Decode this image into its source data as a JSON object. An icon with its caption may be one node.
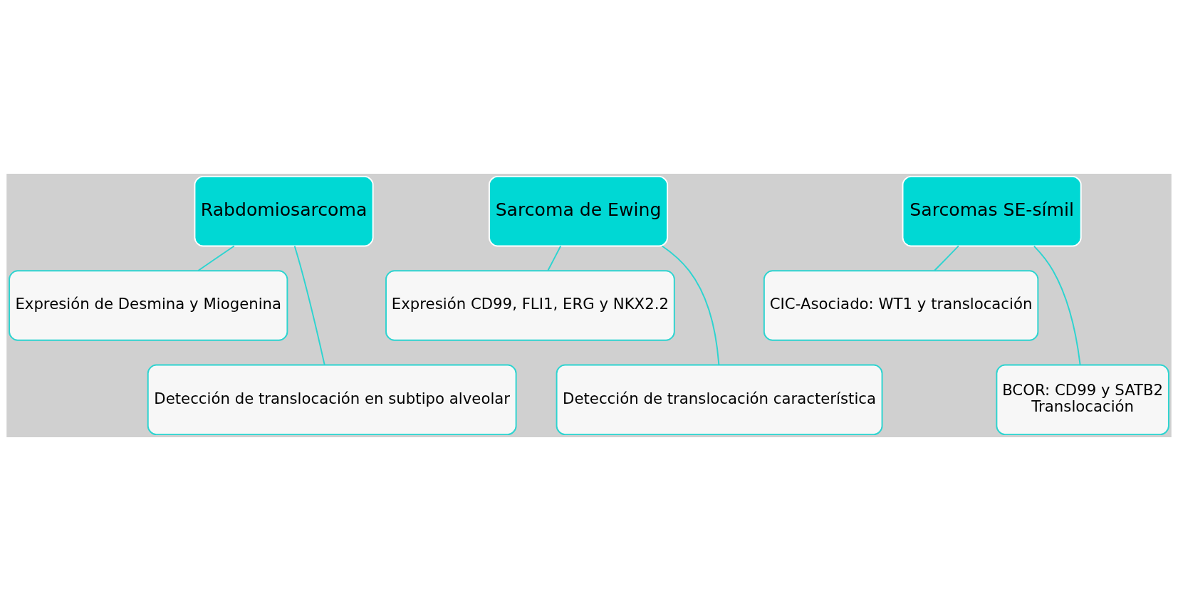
{
  "diagram": {
    "nodes": [
      {
        "text": [
          "Rabdomiosarcoma"
        ]
      },
      {
        "text": [
          "Expresión de Desmina y Miogenina"
        ]
      },
      {
        "text": [
          "Detección de translocación en subtipo alveolar"
        ]
      },
      {
        "text": [
          "Sarcoma de Ewing"
        ]
      },
      {
        "text": [
          "Expresión CD99, FLI1, ERG y NKX2.2"
        ]
      },
      {
        "text": [
          "Detección de translocación característica"
        ]
      },
      {
        "text": [
          "Sarcomas SE-símil"
        ]
      },
      {
        "text": [
          "CIC-Asociado: WT1 y translocación"
        ]
      },
      {
        "text": [
          "BCOR: CD99 y SATB2",
          "Translocación"
        ]
      }
    ],
    "edges": [
      {
        "from": 0,
        "to": 1,
        "arrow": "none"
      },
      {
        "from": 0,
        "to": 2,
        "arrow": "none"
      },
      {
        "from": 3,
        "to": 4,
        "arrow": "none"
      },
      {
        "from": 3,
        "to": 5,
        "arrow": "none"
      },
      {
        "from": 6,
        "to": 7,
        "arrow": "none"
      },
      {
        "from": 6,
        "to": 8,
        "arrow": "none"
      }
    ]
  }
}
